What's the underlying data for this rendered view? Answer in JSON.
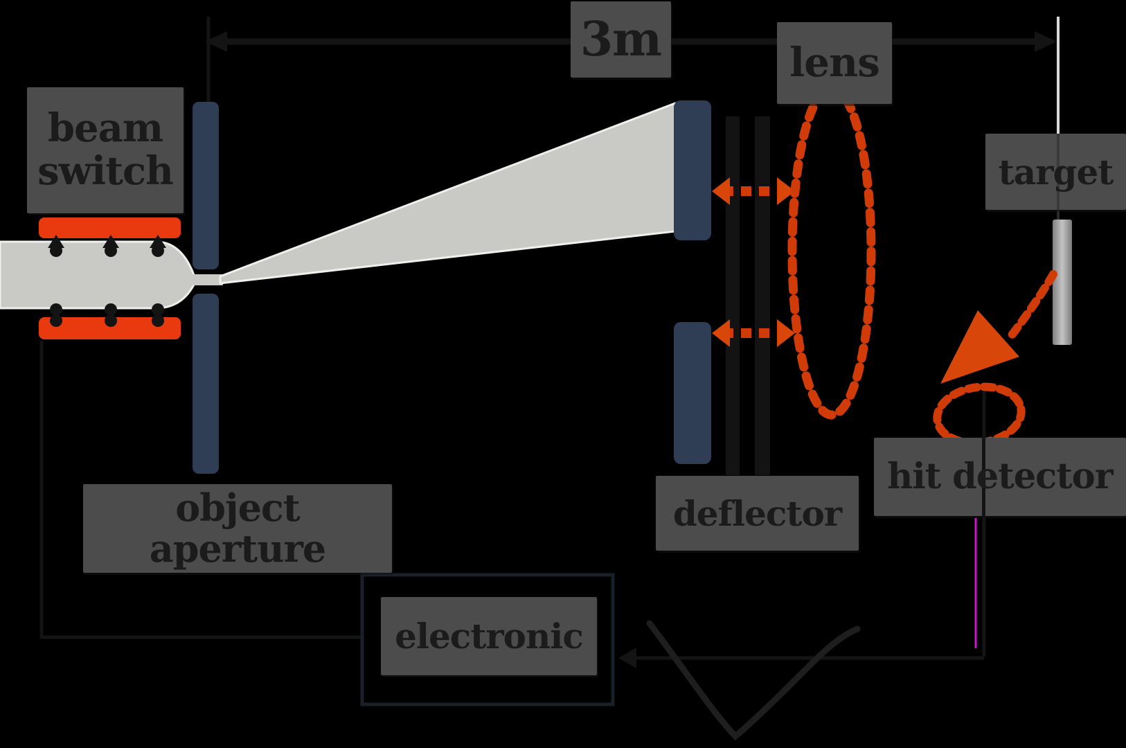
{
  "diagram": {
    "labels": {
      "beam_switch_line1": "beam",
      "beam_switch_line2": "switch",
      "object_aperture": "object aperture",
      "distance": "3m",
      "lens": "lens",
      "deflector": "deflector",
      "target": "target",
      "hit_detector": "hit detector",
      "electronic": "electronic"
    },
    "colors": {
      "background": "#000000",
      "label_bg": "#4c4c4c",
      "label_text": "#1b1b1b",
      "accent_orange": "#d13b07",
      "plate_orange": "#e83a0e",
      "arrowhead_orange": "#d84709",
      "aperture_blue": "#2f3d55",
      "beam_gray": "#c9c9c6",
      "beam_edge": "#efefeb",
      "line_dark": "#141414",
      "blade_dark": "#131313",
      "tick_white": "#d9d9d9",
      "target_gray": "#a9a9a9",
      "magenta_artifact": "#cf13cf",
      "scribble_dark": "#1e1e1e",
      "outline_dark": "#1a2028"
    }
  }
}
